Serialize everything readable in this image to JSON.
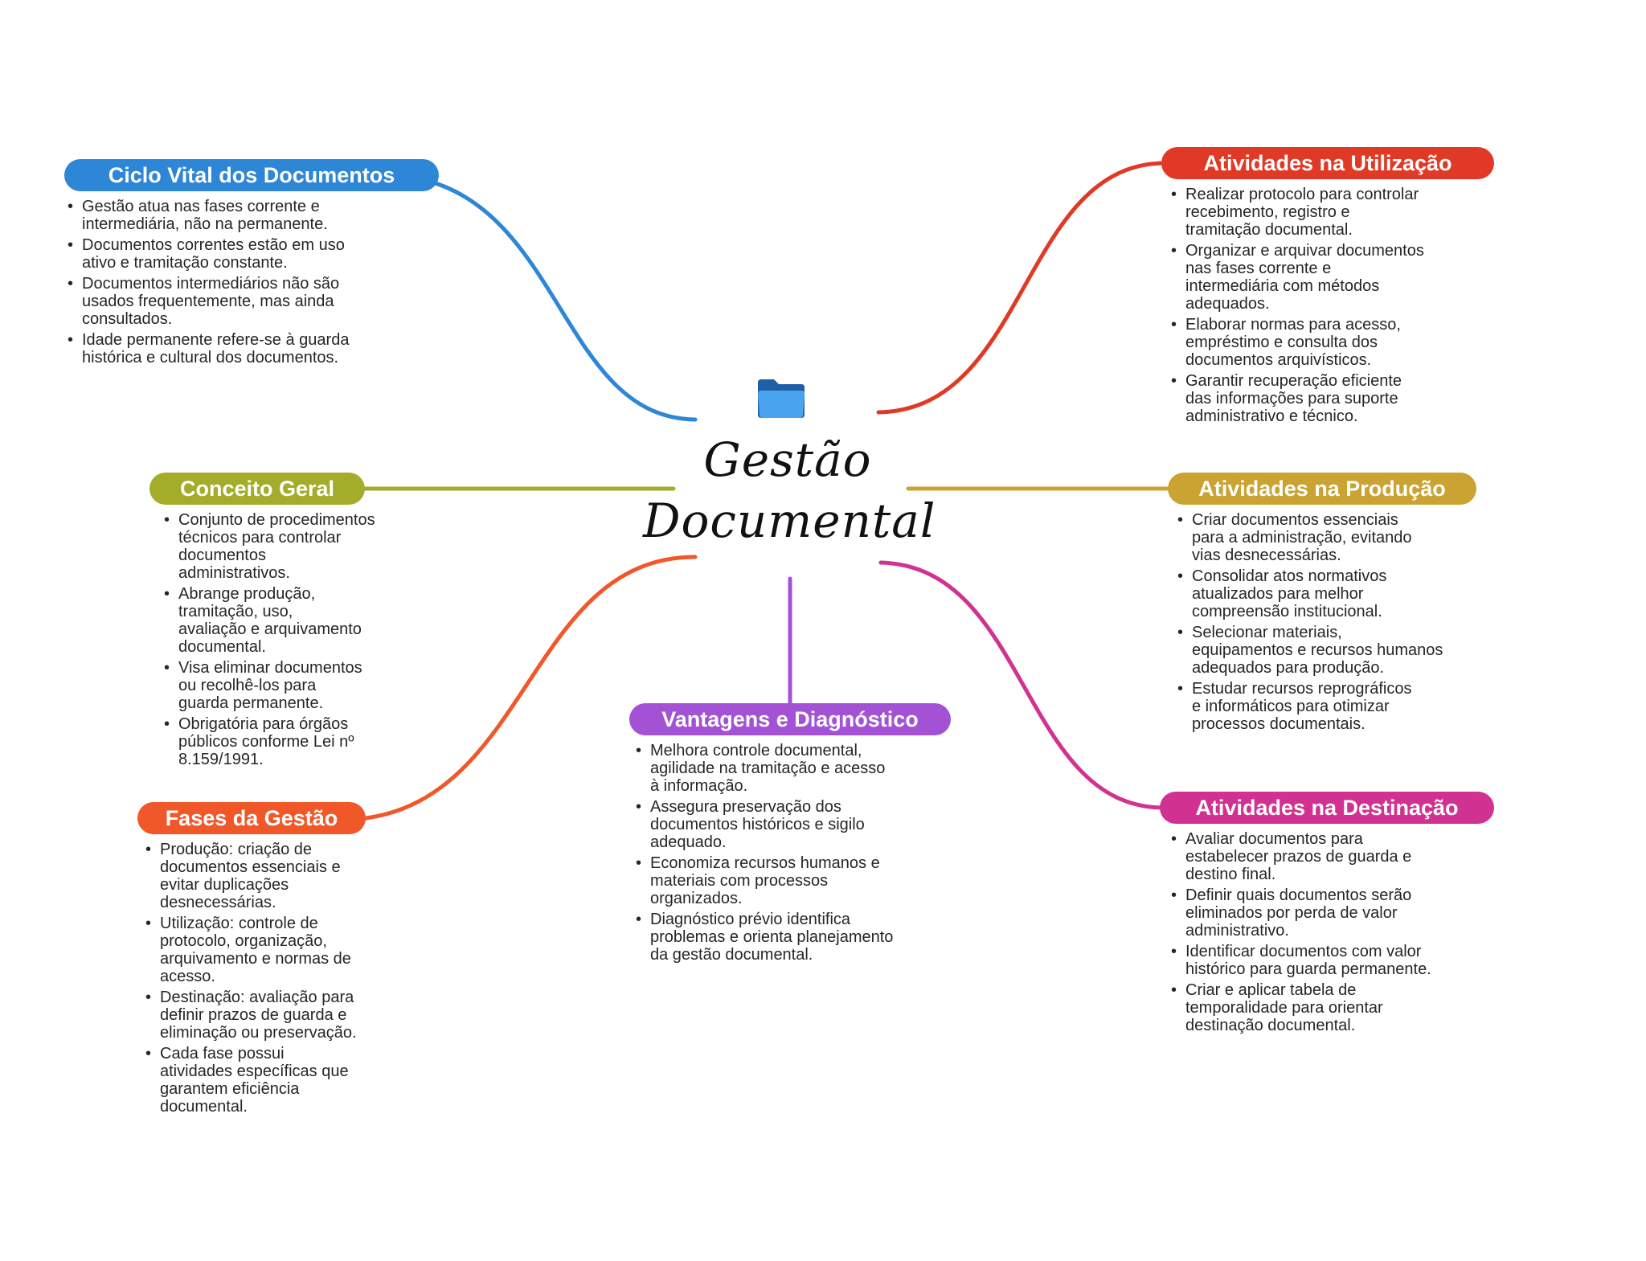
{
  "center": {
    "title": "Gestão\nDocumental",
    "icon": "folder-icon"
  },
  "colors": {
    "ciclo": "#2e86d6",
    "conceito": "#a3ad2a",
    "fases": "#f0582a",
    "vantagens": "#a352d6",
    "utilizacao": "#e03a26",
    "producao": "#caa332",
    "destinacao": "#d13291"
  },
  "branches": {
    "ciclo": {
      "title": "Ciclo Vital dos Documentos",
      "items": [
        "Gestão atua nas fases corrente e\nintermediária, não na permanente.",
        "Documentos correntes estão em uso\nativo e tramitação constante.",
        "Documentos intermediários não são\nusados frequentemente, mas ainda\nconsultados.",
        "Idade permanente refere-se à guarda\nhistórica e cultural dos documentos."
      ]
    },
    "conceito": {
      "title": "Conceito Geral",
      "items": [
        "Conjunto de procedimentos\ntécnicos para controlar\ndocumentos\nadministrativos.",
        "Abrange produção,\ntramitação, uso,\navaliação e arquivamento\ndocumental.",
        "Visa eliminar documentos\nou recolhê-los para\nguarda permanente.",
        "Obrigatória para órgãos\npúblicos conforme Lei nº\n8.159/1991."
      ]
    },
    "fases": {
      "title": "Fases da Gestão",
      "items": [
        "Produção: criação de\ndocumentos essenciais e\nevitar duplicações\ndesnecessárias.",
        "Utilização: controle de\nprotocolo, organização,\narquivamento e normas de\nacesso.",
        "Destinação: avaliação para\ndefinir prazos de guarda e\neliminação ou preservação.",
        "Cada fase possui\natividades específicas que\ngarantem eficiência\ndocumental."
      ]
    },
    "vantagens": {
      "title": "Vantagens e Diagnóstico",
      "items": [
        "Melhora controle documental,\nagilidade na tramitação e acesso\nà informação.",
        "Assegura preservação dos\ndocumentos históricos e sigilo\nadequado.",
        "Economiza recursos humanos e\nmateriais com processos\norganizados.",
        "Diagnóstico prévio identifica\nproblemas e orienta planejamento\nda gestão documental."
      ]
    },
    "utilizacao": {
      "title": "Atividades na Utilização",
      "items": [
        "Realizar protocolo para controlar\nrecebimento, registro e\ntramitação documental.",
        "Organizar e arquivar documentos\nnas fases corrente e\nintermediária com métodos\nadequados.",
        "Elaborar normas para acesso,\nempréstimo e consulta dos\ndocumentos arquivísticos.",
        "Garantir recuperação eficiente\ndas informações para suporte\nadministrativo e técnico."
      ]
    },
    "producao": {
      "title": "Atividades na Produção",
      "items": [
        "Criar documentos essenciais\npara a administração, evitando\nvias desnecessárias.",
        "Consolidar atos normativos\natualizados para melhor\ncompreensão institucional.",
        "Selecionar materiais,\nequipamentos e recursos humanos\nadequados para produção.",
        "Estudar recursos reprográficos\ne informáticos para otimizar\nprocessos documentais."
      ]
    },
    "destinacao": {
      "title": "Atividades na Destinação",
      "items": [
        "Avaliar documentos para\nestabelecer prazos de guarda e\ndestino final.",
        "Definir quais documentos serão\neliminados por perda de valor\nadministrativo.",
        "Identificar documentos com valor\nhistórico para guarda permanente.",
        "Criar e aplicar tabela de\ntemporalidade para orientar\ndestinação documental."
      ]
    }
  }
}
